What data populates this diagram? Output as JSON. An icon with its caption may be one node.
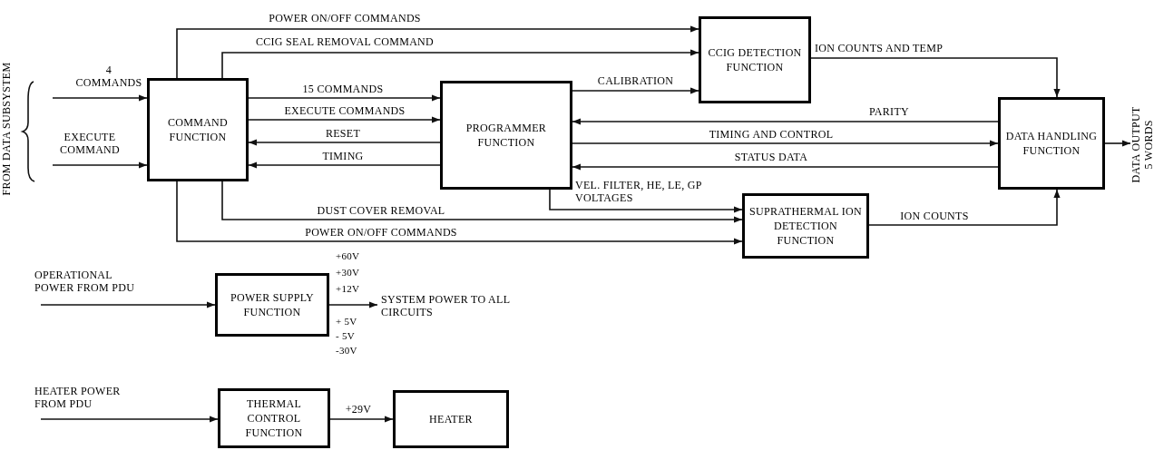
{
  "diagram": {
    "nodes": [
      {
        "text": [
          "COMMAND FUNCTION"
        ]
      },
      {
        "text": [
          "CCIG DETECTION FUNCTION"
        ]
      },
      {
        "text": [
          "PROGRAMMER FUNCTION"
        ]
      },
      {
        "text": [
          "DATA HANDLING FUNCTION"
        ]
      },
      {
        "text": [
          "SUPRATHERMAL ION DETECTION FUNCTION"
        ]
      },
      {
        "text": [
          "POWER SUPPLY FUNCTION"
        ]
      },
      {
        "text": [
          "THERMAL CONTROL FUNCTION"
        ]
      },
      {
        "text": [
          "HEATER"
        ]
      }
    ],
    "edges": [
      {
        "from": null,
        "to": 0,
        "arrow": "to",
        "label": "4 COMMANDS"
      },
      {
        "from": null,
        "to": 0,
        "arrow": "to",
        "label": "EXECUTE COMMAND"
      },
      {
        "from": 0,
        "to": 1,
        "arrow": "to",
        "label": "POWER ON/OFF COMMANDS"
      },
      {
        "from": 0,
        "to": 1,
        "arrow": "to",
        "label": "CCIG SEAL REMOVAL COMMAND"
      },
      {
        "from": 0,
        "to": 2,
        "arrow": "to",
        "label": "15 COMMANDS"
      },
      {
        "from": 0,
        "to": 2,
        "arrow": "to",
        "label": "EXECUTE COMMANDS"
      },
      {
        "from": 2,
        "to": 0,
        "arrow": "to",
        "label": "RESET"
      },
      {
        "from": 2,
        "to": 0,
        "arrow": "to",
        "label": "TIMING"
      },
      {
        "from": 2,
        "to": 1,
        "arrow": "to",
        "label": "CALIBRATION"
      },
      {
        "from": 3,
        "to": 2,
        "arrow": "to",
        "label": "PARITY"
      },
      {
        "from": 2,
        "to": 3,
        "arrow": "to",
        "label": "TIMING AND CONTROL"
      },
      {
        "from": 3,
        "to": 2,
        "arrow": "to",
        "label": "STATUS DATA"
      },
      {
        "from": 1,
        "to": 3,
        "arrow": "to",
        "label": "ION COUNTS AND TEMP"
      },
      {
        "from": 2,
        "to": 4,
        "arrow": "to",
        "label": "VEL. FILTER, HE, LE, GP VOLTAGES"
      },
      {
        "from": 0,
        "to": 4,
        "arrow": "to",
        "label": "DUST COVER REMOVAL"
      },
      {
        "from": 0,
        "to": 4,
        "arrow": "to",
        "label": "POWER ON/OFF COMMANDS"
      },
      {
        "from": 4,
        "to": 3,
        "arrow": "to",
        "label": "ION COUNTS"
      },
      {
        "from": 3,
        "to": null,
        "arrow": "to",
        "label": "DATA OUTPUT 5 WORDS"
      },
      {
        "from": null,
        "to": 5,
        "arrow": "to",
        "label": "OPERATIONAL POWER FROM PDU"
      },
      {
        "from": 5,
        "to": null,
        "arrow": "to",
        "label": "SYSTEM POWER TO ALL CIRCUITS"
      },
      {
        "from": null,
        "to": 6,
        "arrow": "to",
        "label": "HEATER POWER FROM PDU"
      },
      {
        "from": 6,
        "to": 7,
        "arrow": "to",
        "label": "+29V"
      }
    ],
    "labels": [
      "FROM DATA SUBSYSTEM",
      "+60V",
      "+30V",
      "+12V",
      "+ 5V",
      "- 5V",
      "-30V"
    ]
  }
}
